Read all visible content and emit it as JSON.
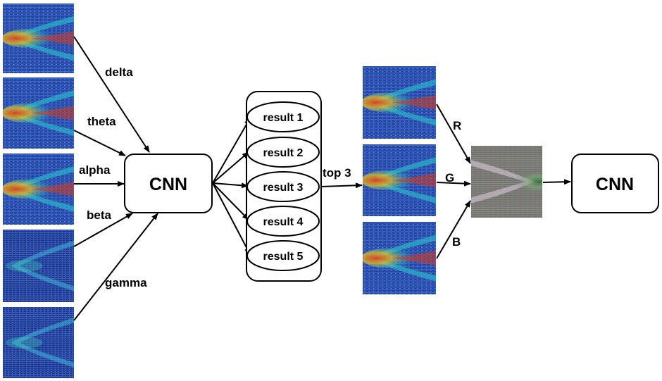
{
  "bands": [
    "delta",
    "theta",
    "alpha",
    "beta",
    "gamma"
  ],
  "cnn_label": "CNN",
  "results": [
    "result 1",
    "result 2",
    "result 3",
    "result 4",
    "result 5"
  ],
  "top_label": "top 3",
  "channels": [
    "R",
    "G",
    "B"
  ],
  "final_cnn_label": "CNN",
  "colors": {
    "scalogram_base": "#1f3aa8",
    "scalogram_band": "#2aa6c8",
    "scalogram_hot": "#d03a1a",
    "scalogram_warm": "#e0c020",
    "rgb_base": "#7a7a72",
    "line": "#000000"
  }
}
